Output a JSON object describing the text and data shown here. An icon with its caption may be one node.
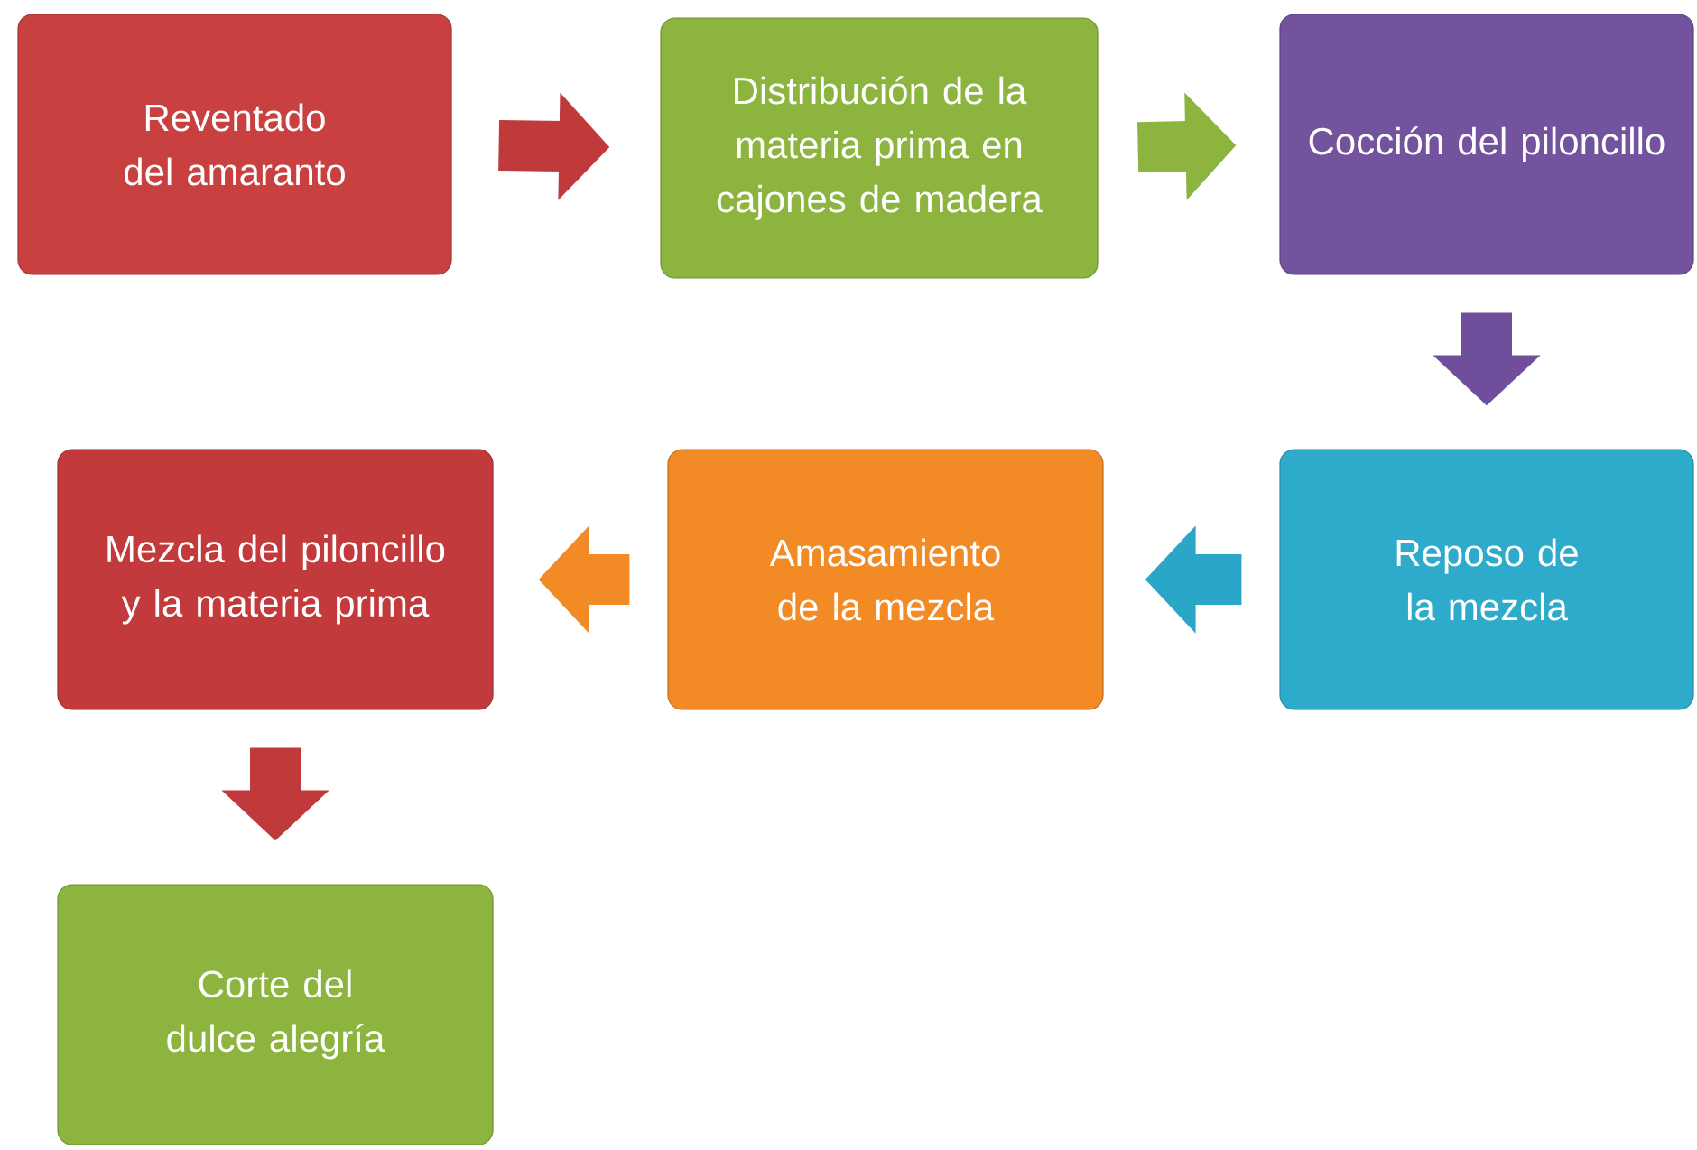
{
  "diagram": {
    "nodes": [
      {
        "text": [
          "Reventado del amaranto"
        ]
      },
      {
        "text": [
          "Distribución de  la materia prima en cajones de madera"
        ]
      },
      {
        "text": [
          "Cocción del piloncillo"
        ]
      },
      {
        "text": [
          "Reposo de la mezcla"
        ]
      },
      {
        "text": [
          "Amasamiento de la mezcla"
        ]
      },
      {
        "text": [
          "Mezcla  del piloncillo y la materia prima"
        ]
      },
      {
        "text": [
          "Corte del dulce alegría"
        ]
      }
    ],
    "edges": [
      {
        "from": 0,
        "to": 1,
        "arrow": "to",
        "color": "#c0393b"
      },
      {
        "from": 1,
        "to": 2,
        "arrow": "to",
        "color": "#8cb43e"
      },
      {
        "from": 2,
        "to": 3,
        "arrow": "to",
        "color": "#6f4f9c"
      },
      {
        "from": 3,
        "to": 4,
        "arrow": "to",
        "color": "#2aa6c8"
      },
      {
        "from": 4,
        "to": 5,
        "arrow": "to",
        "color": "#f28a25"
      },
      {
        "from": 5,
        "to": 6,
        "arrow": "to",
        "color": "#c0393b"
      }
    ]
  }
}
